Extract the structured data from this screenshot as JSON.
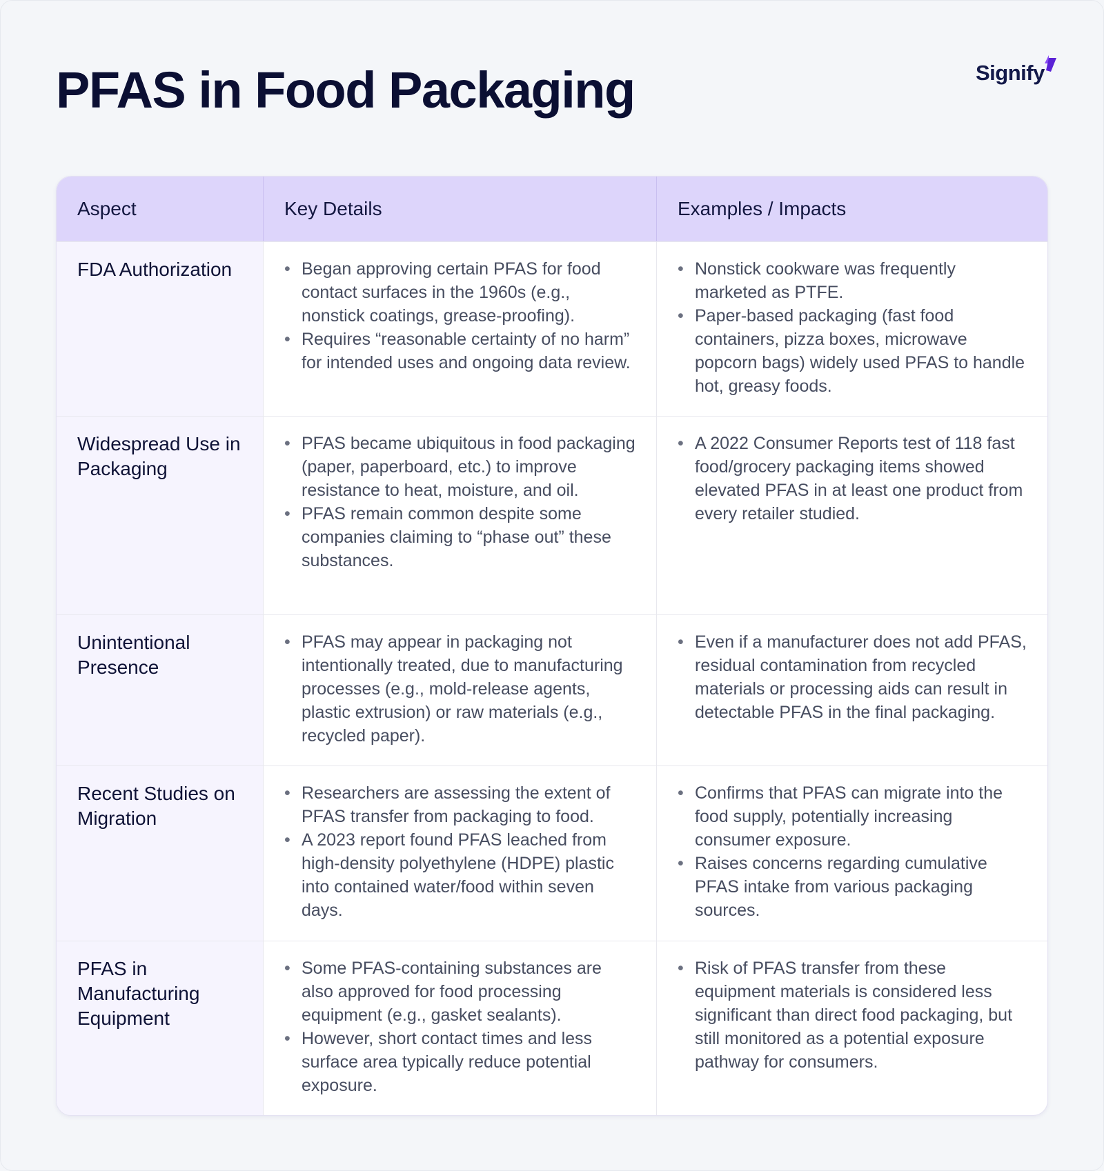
{
  "title": "PFAS in Food Packaging",
  "logo": {
    "text": "Signify",
    "accent": "#6a2ee8"
  },
  "table": {
    "headers": [
      "Aspect",
      "Key Details",
      "Examples / Impacts"
    ],
    "rows": [
      {
        "aspect": "FDA Authorization",
        "details": [
          "Began approving certain PFAS for food contact surfaces in the 1960s (e.g., nonstick coatings, grease-proofing).",
          "Requires “reasonable certainty of no harm” for intended uses and ongoing data review."
        ],
        "examples": [
          "Nonstick cookware was frequently marketed as PTFE.",
          "Paper-based packaging (fast food containers, pizza boxes, microwave popcorn bags) widely used PFAS to handle hot, greasy foods."
        ]
      },
      {
        "aspect": "Widespread Use in Packaging",
        "details": [
          "PFAS became ubiquitous in food packaging (paper, paperboard, etc.) to improve resistance to heat, moisture, and oil.",
          "PFAS remain common despite some companies claiming to “phase out” these substances."
        ],
        "examples": [
          "A 2022 Consumer Reports test of 118 fast food/grocery packaging items showed elevated PFAS in at least one product from every retailer studied."
        ]
      },
      {
        "aspect": "Unintentional Presence",
        "details": [
          "PFAS may appear in packaging not intentionally treated, due to manufacturing processes (e.g., mold-release agents, plastic extrusion) or raw materials (e.g., recycled paper)."
        ],
        "examples": [
          "Even if a manufacturer does not add PFAS, residual contamination from recycled materials or processing aids can result in detectable PFAS in the final packaging."
        ]
      },
      {
        "aspect": "Recent Studies on Migration",
        "details": [
          "Researchers are assessing the extent of PFAS transfer from packaging to food.",
          "A 2023 report found PFAS leached from high-density polyethylene (HDPE) plastic into contained water/food within seven days."
        ],
        "examples": [
          "Confirms that PFAS can migrate into the food supply, potentially increasing consumer exposure.",
          "Raises concerns regarding cumulative PFAS intake from various packaging sources."
        ]
      },
      {
        "aspect": "PFAS in Manufacturing Equipment",
        "details": [
          "Some PFAS-containing substances are also approved for food processing equipment (e.g., gasket sealants).",
          "However, short contact times and less surface area typically reduce potential exposure."
        ],
        "examples": [
          "Risk of PFAS transfer from these equipment materials is considered less significant than direct food packaging, but still monitored as a potential exposure pathway for consumers."
        ]
      }
    ]
  }
}
